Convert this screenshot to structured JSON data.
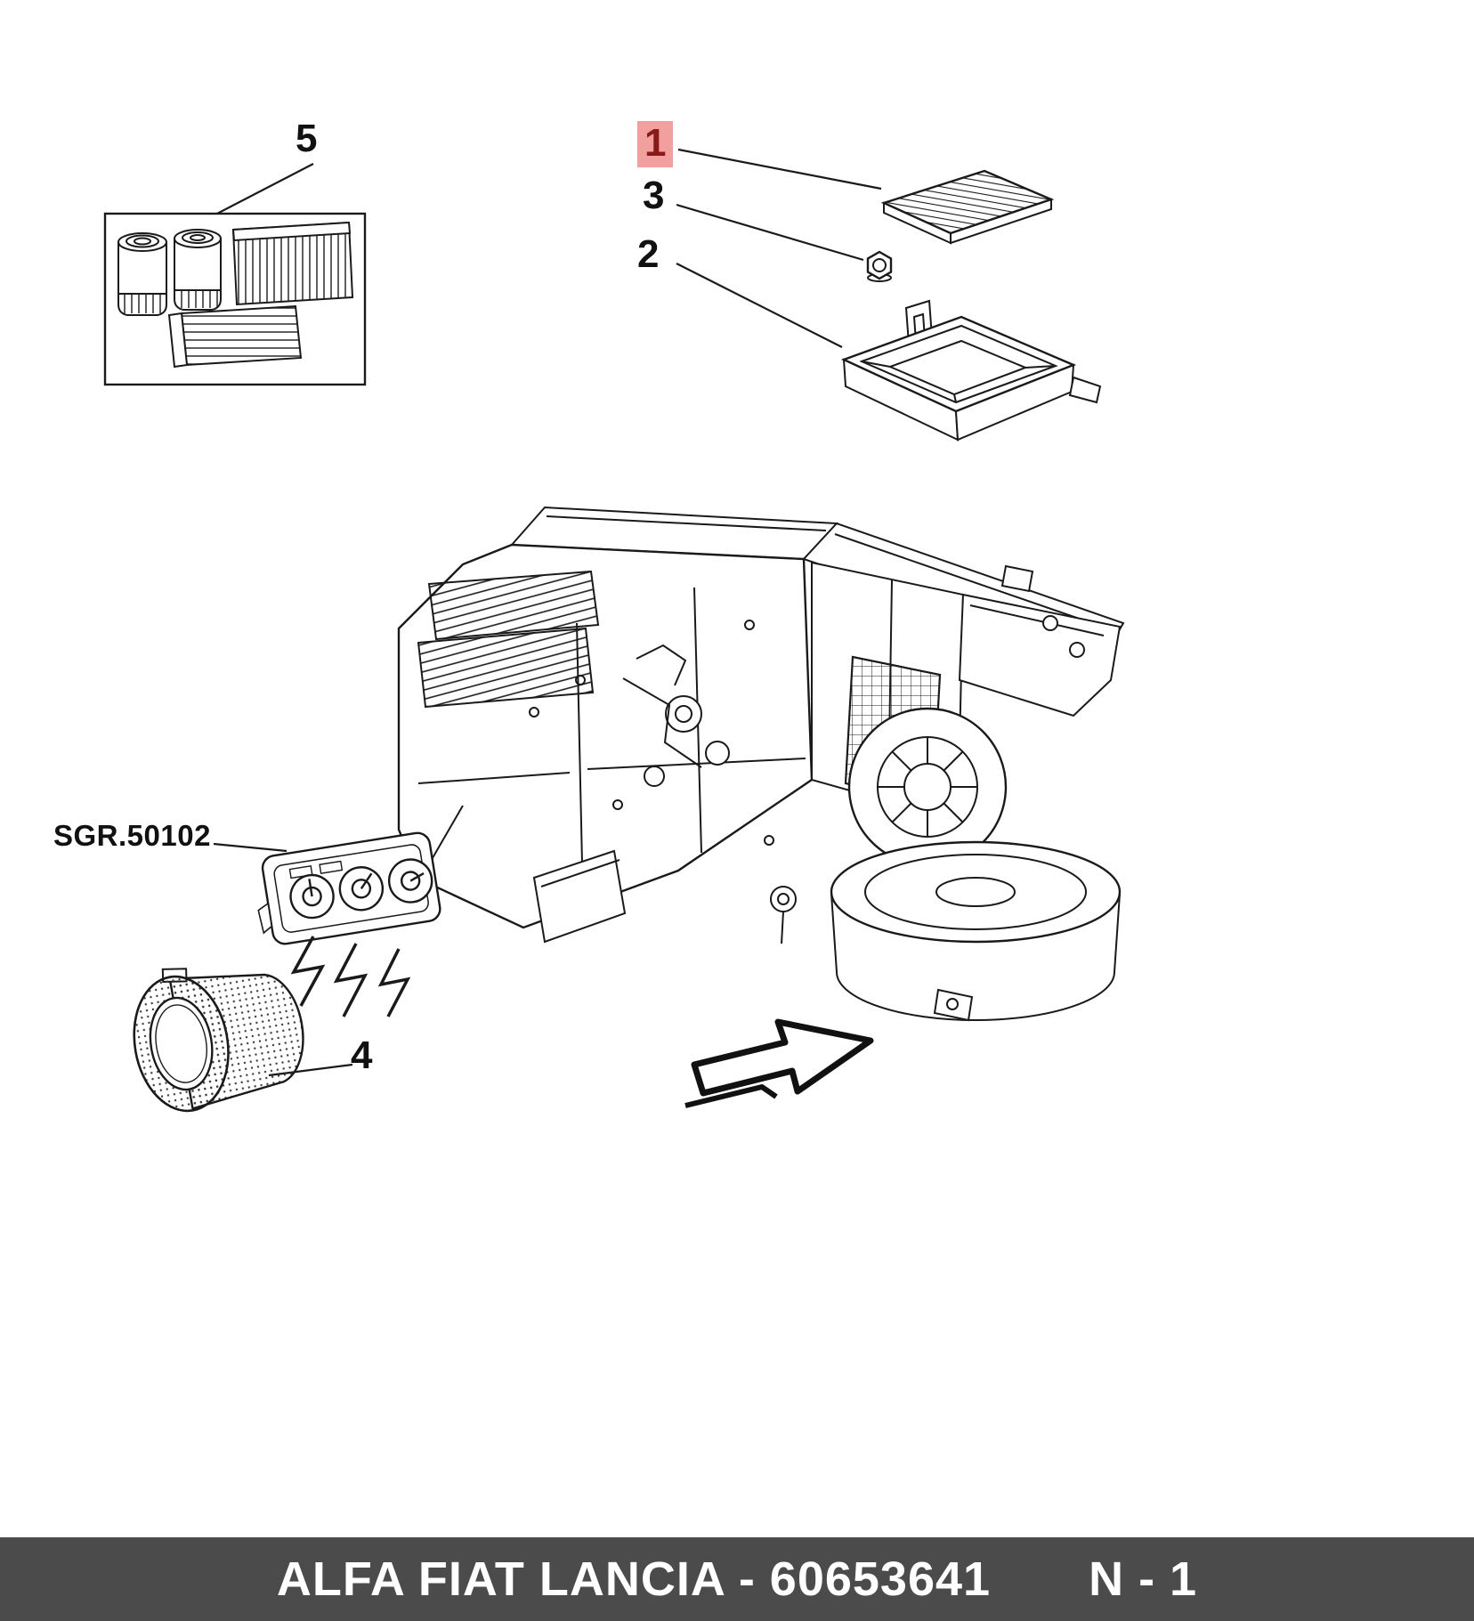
{
  "diagram": {
    "callouts": {
      "c5": {
        "label": "5",
        "highlighted": false
      },
      "c1": {
        "label": "1",
        "highlighted": true
      },
      "c3": {
        "label": "3",
        "highlighted": false
      },
      "c2": {
        "label": "2",
        "highlighted": false
      },
      "c4": {
        "label": "4",
        "highlighted": false
      }
    },
    "group_label": "SGR.50102"
  },
  "footer": {
    "title": "ALFA FIAT LANCIA - 60653641",
    "page_ref": "N - 1"
  },
  "colors": {
    "highlight_background": "#f19f9f",
    "highlight_text": "#8a1a1a",
    "line_color": "#1a1a1a",
    "footer_background": "#4b4b4b",
    "footer_text": "#ffffff",
    "page_background": "#ffffff"
  }
}
